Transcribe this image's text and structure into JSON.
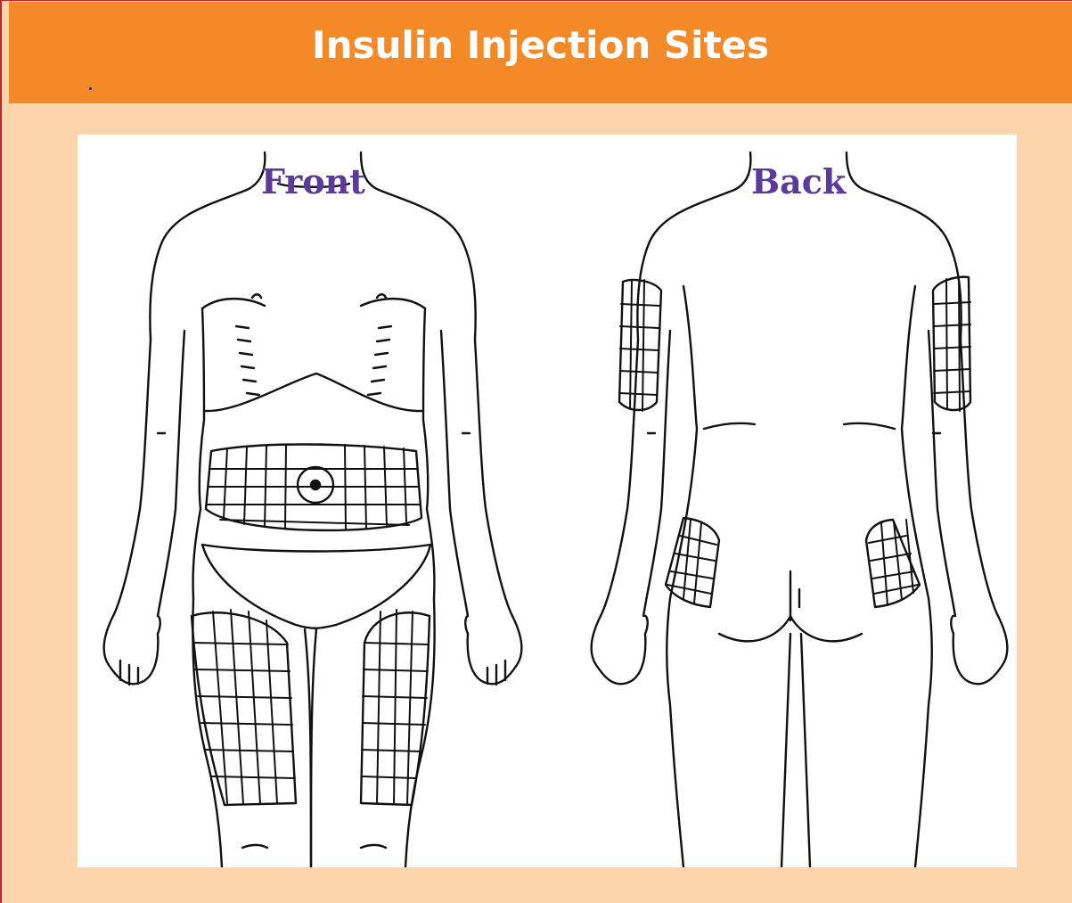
{
  "header": {
    "title": "Insulin Injection Sites"
  },
  "figure": {
    "front_label": "Front",
    "back_label": "Back"
  },
  "colors": {
    "header_bg": "#f48a27",
    "page_bg": "#fdd5ad",
    "label_color": "#5b3a9a",
    "title_color": "#ffffff"
  }
}
